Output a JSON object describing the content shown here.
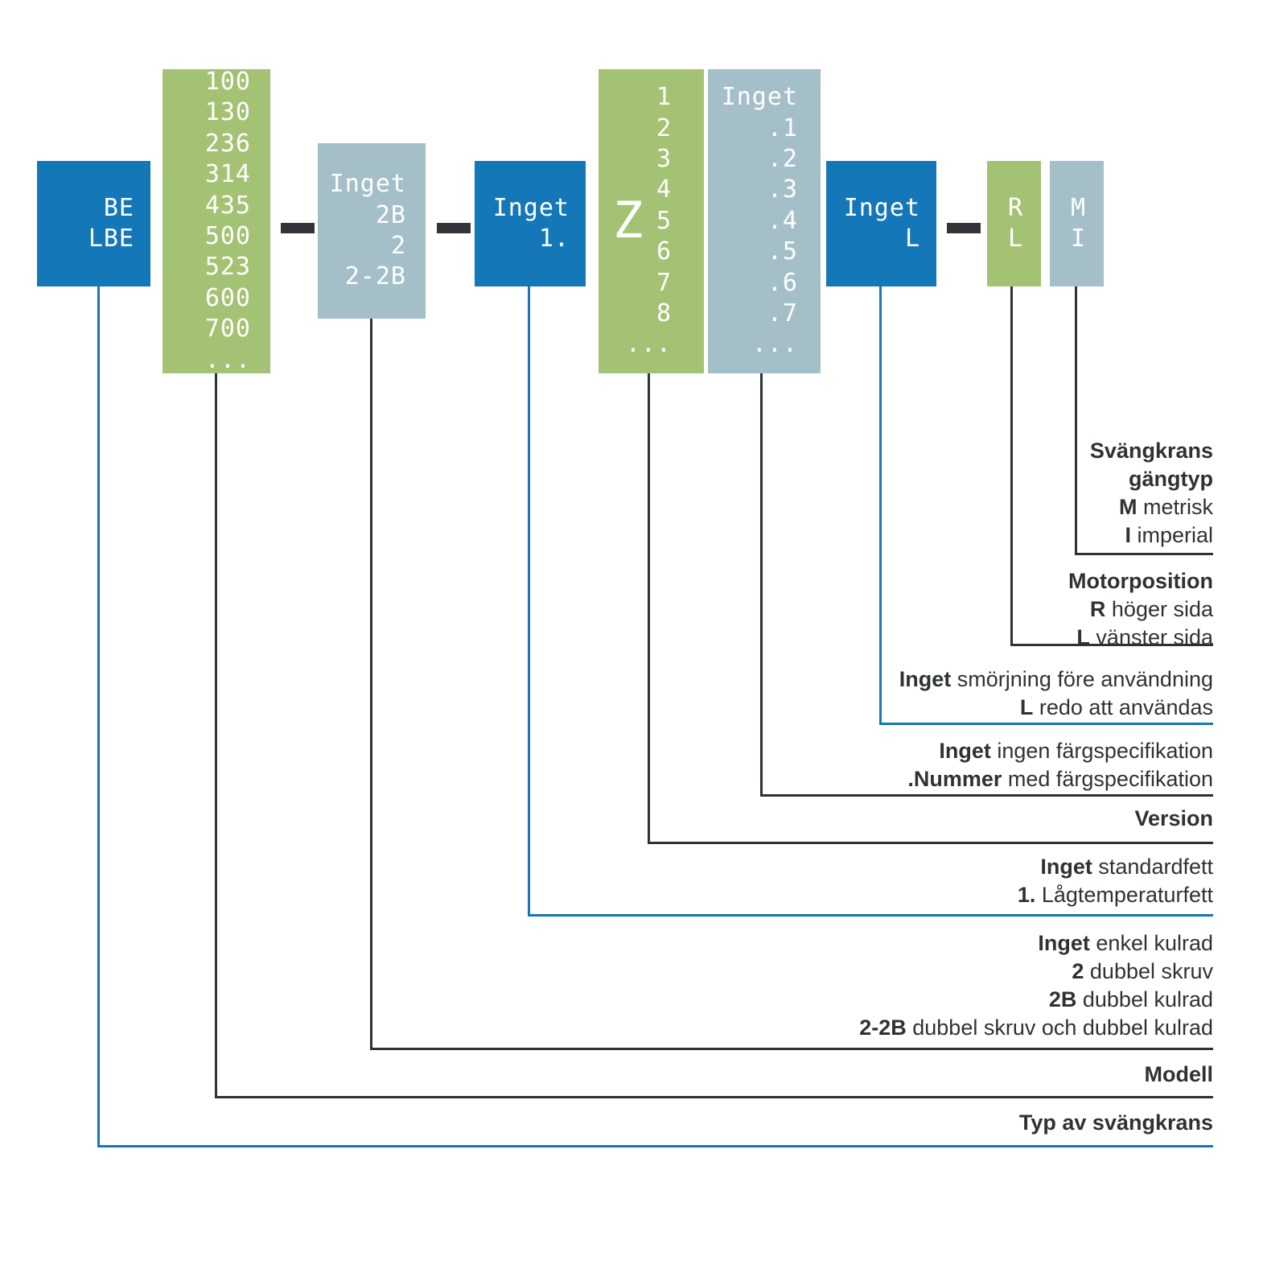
{
  "diagram": {
    "title": "Svangkrans artikelnyckel",
    "colors": {
      "blue": "#1477b8",
      "green": "#a4c273",
      "grey": "#a5bfc9",
      "line_dark": "#2e3234",
      "line_blue": "#1477b8",
      "dash": "#333338",
      "text_dark": "#2f3234",
      "box_text": "#ffffff"
    },
    "separators": [
      "-",
      "-",
      "-"
    ],
    "blocks": [
      {
        "id": "type",
        "color": "blue",
        "lines": [
          "BE",
          "LBE"
        ]
      },
      {
        "id": "model",
        "color": "green",
        "lines": [
          "100",
          "130",
          "236",
          "314",
          "435",
          "500",
          "523",
          "600",
          "700",
          "..."
        ]
      },
      {
        "id": "variant",
        "color": "grey",
        "lines": [
          "Inget",
          "2B",
          "2",
          "2-2B"
        ]
      },
      {
        "id": "grease",
        "color": "blue",
        "lines": [
          "Inget",
          "1."
        ]
      },
      {
        "id": "version",
        "color": "green",
        "prefix": "Z",
        "lines": [
          "1",
          "2",
          "3",
          "4",
          "5",
          "6",
          "7",
          "8",
          "..."
        ]
      },
      {
        "id": "color-spec",
        "color": "grey",
        "lines": [
          "Inget",
          ".1",
          ".2",
          ".3",
          ".4",
          ".5",
          ".6",
          ".7",
          "..."
        ]
      },
      {
        "id": "lubrication",
        "color": "blue",
        "lines": [
          "Inget",
          "L"
        ]
      },
      {
        "id": "motor-position",
        "color": "green",
        "lines": [
          "R",
          "L"
        ]
      },
      {
        "id": "thread-type",
        "color": "grey",
        "lines": [
          "M",
          "I"
        ]
      }
    ],
    "legends": [
      {
        "id": "thread-type",
        "rows": [
          {
            "bold": "Svängkrans",
            "rest": ""
          },
          {
            "bold": "gängtyp",
            "rest": ""
          },
          {
            "bold": "M",
            "rest": " metrisk"
          },
          {
            "bold": "I",
            "rest": " imperial"
          }
        ]
      },
      {
        "id": "motor-position",
        "rows": [
          {
            "bold": "Motorposition",
            "rest": ""
          },
          {
            "bold": "R",
            "rest": " höger sida"
          },
          {
            "bold": "L",
            "rest": " vänster sida"
          }
        ]
      },
      {
        "id": "lubrication",
        "rows": [
          {
            "bold": "Inget",
            "rest": " smörjning före användning"
          },
          {
            "bold": "L",
            "rest": " redo att användas"
          }
        ]
      },
      {
        "id": "color-spec",
        "rows": [
          {
            "bold": "Inget",
            "rest": " ingen färgspecifikation"
          },
          {
            "bold": ".Nummer",
            "rest": " med färgspecifikation"
          }
        ]
      },
      {
        "id": "version",
        "rows": [
          {
            "bold": "Version",
            "rest": ""
          }
        ]
      },
      {
        "id": "grease",
        "rows": [
          {
            "bold": "Inget",
            "rest": " standardfett"
          },
          {
            "bold": "1.",
            "rest": " Lågtemperaturfett"
          }
        ]
      },
      {
        "id": "variant",
        "rows": [
          {
            "bold": "Inget",
            "rest": " enkel kulrad"
          },
          {
            "bold": "2",
            "rest": " dubbel skruv"
          },
          {
            "bold": "2B",
            "rest": " dubbel kulrad"
          },
          {
            "bold": "2-2B",
            "rest": " dubbel skruv och dubbel kulrad"
          }
        ]
      },
      {
        "id": "model",
        "rows": [
          {
            "bold": "Modell",
            "rest": ""
          }
        ]
      },
      {
        "id": "type",
        "rows": [
          {
            "bold": "Typ av svängkrans",
            "rest": ""
          }
        ]
      }
    ]
  }
}
